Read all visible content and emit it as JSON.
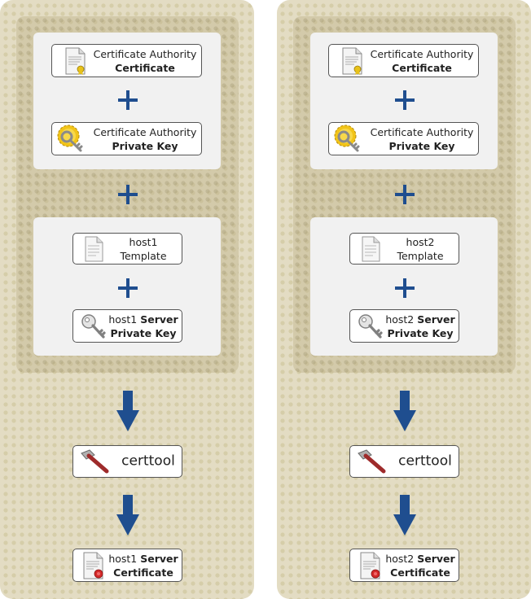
{
  "columns": [
    {
      "id": "host1",
      "ca_cert": {
        "line1": "Certificate Authority",
        "line2": "Certificate"
      },
      "ca_key": {
        "line1": "Certificate Authority",
        "line2": "Private Key"
      },
      "template": {
        "line1": "host1",
        "line2": "Template"
      },
      "server_key": {
        "line1a": "host1 ",
        "line1b": "Server",
        "line2": "Private Key"
      },
      "tool": {
        "label": "certtool"
      },
      "output": {
        "line1a": "host1 ",
        "line1b": "Server",
        "line2": "Certificate"
      }
    },
    {
      "id": "host2",
      "ca_cert": {
        "line1": "Certificate Authority",
        "line2": "Certificate"
      },
      "ca_key": {
        "line1": "Certificate Authority",
        "line2": "Private Key"
      },
      "template": {
        "line1": "host2",
        "line2": "Template"
      },
      "server_key": {
        "line1a": "host2 ",
        "line1b": "Server",
        "line2": "Private Key"
      },
      "tool": {
        "label": "certtool"
      },
      "output": {
        "line1a": "host2 ",
        "line1b": "Server",
        "line2": "Certificate"
      }
    }
  ],
  "colors": {
    "operator": "#1f4e8f",
    "background": "#e3dcc3",
    "panel": "#f1f1f1"
  },
  "icons": [
    "certificate-icon",
    "key-with-gear-icon",
    "document-icon",
    "key-icon",
    "hammer-icon",
    "sealed-certificate-icon",
    "plus-icon",
    "down-arrow-icon"
  ]
}
